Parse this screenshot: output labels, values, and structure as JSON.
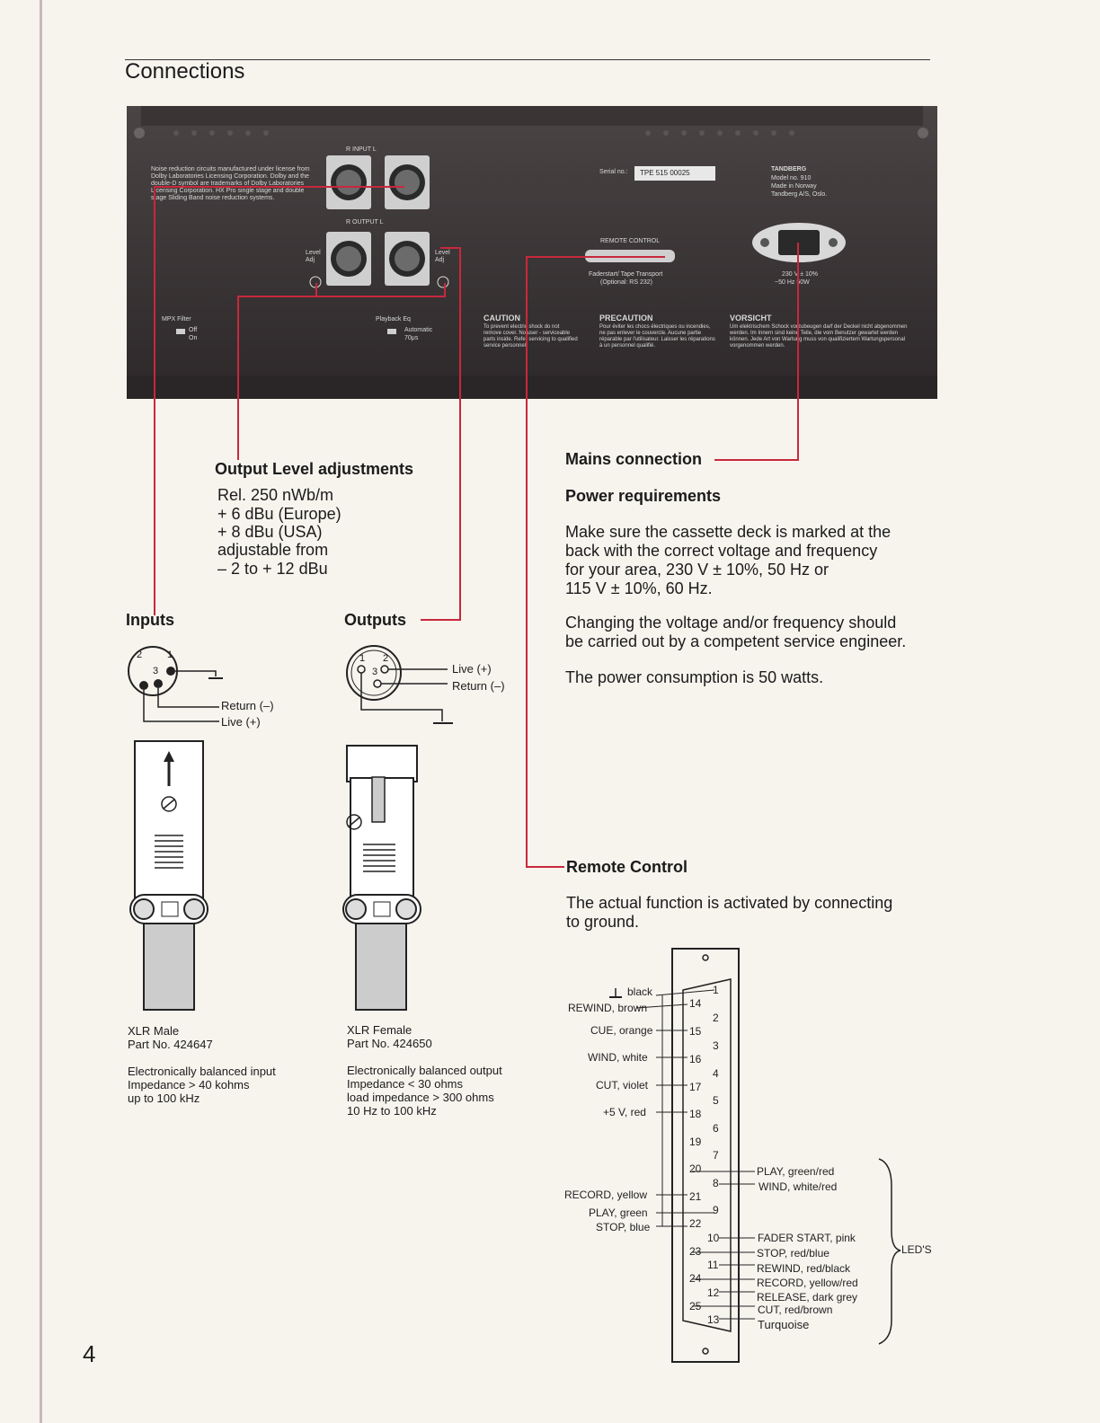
{
  "page": {
    "title": "Connections",
    "page_number": "4"
  },
  "colors": {
    "accent_red": "#c8283c",
    "panel": "#3a3536",
    "paper": "#f7f4ee"
  },
  "panel": {
    "input_label": "R     INPUT     L",
    "output_label": "R     OUTPUT     L",
    "level_adj_left": "Level Adj",
    "level_adj_right": "Level Adj",
    "dolby_notice": "Noise reduction circuits manufactured under license from Dolby Laboratories Licensing Corporation. Dolby and the double-D symbol are trademarks of Dolby Laboratories Licensing Corporation. HX Pro single stage and double stage Sliding Band noise reduction systems.",
    "serial_label": "Serial no.:",
    "serial_value": "TPE 515  00025",
    "maker": "TANDBERG",
    "model": "Model no. 910",
    "made_in": "Made in Norway",
    "company": "Tandberg A/S, Oslo.",
    "remote_control": "REMOTE CONTROL",
    "fader_start": "Faderstart/ Tape Transport",
    "optional": "(Optional: RS 232)",
    "voltage": "230 V ± 10%",
    "freq": "~50 Hz  50W",
    "mpx_filter": "MPX Filter",
    "mpx_off": "Off",
    "mpx_on": "On",
    "playback_eq": "Playback Eq",
    "eq_auto": "Automatic",
    "eq_70": "70μs",
    "caution_title": "CAUTION",
    "caution_text": "To prevent electric shock do not remove cover. No user - serviceable parts inside. Refer servicing to qualified service personnel.",
    "precaution_title": "PRECAUTION",
    "precaution_text": "Pour éviter les chocs électriques ou incendies, ne pas enlever le couvercle. Aucune partie réparable par l'utilisateur. Laisser les réparations à un personnel qualifié.",
    "vorsicht_title": "VORSICHT",
    "vorsicht_text": "Um elektrischem Schock vorzubeugen darf der Deckel nicht abgenommen werden. Im Innern sind keine Teile, die vom Benutzer gewartet werden können. Jede Art von Wartung muss von qualifiziertem Wartungspersonal vorgenommen werden."
  },
  "output_level": {
    "heading": "Output Level adjustments",
    "lines": [
      "Rel. 250 nWb/m",
      "+ 6 dBu (Europe)",
      "+ 8 dBu (USA)",
      "adjustable from",
      "– 2 to + 12 dBu"
    ]
  },
  "inputs": {
    "heading": "Inputs",
    "pins": [
      "2",
      "1",
      "3"
    ],
    "return_label": "Return (–)",
    "live_label": "Live (+)",
    "connector_name": "XLR Male",
    "part_no": "Part No. 424647",
    "desc": [
      "Electronically balanced input",
      "Impedance > 40 kohms",
      "up to 100 kHz"
    ]
  },
  "outputs": {
    "heading": "Outputs",
    "pins": [
      "1",
      "2",
      "3"
    ],
    "live_label": "Live (+)",
    "return_label": "Return (–)",
    "connector_name": "XLR Female",
    "part_no": "Part No. 424650",
    "desc": [
      "Electronically balanced output",
      "Impedance < 30 ohms",
      "load impedance > 300 ohms",
      "10 Hz to 100 kHz"
    ]
  },
  "mains": {
    "heading": "Mains connection",
    "power_heading": "Power requirements",
    "p1": [
      "Make sure the cassette deck is marked at the",
      "back with the correct voltage and frequency",
      "for your area, 230 V ± 10%, 50 Hz or",
      "115 V ± 10%, 60 Hz."
    ],
    "p2": [
      "Changing the voltage and/or frequency should",
      "be carried out by a competent service engineer."
    ],
    "p3": "The power consumption is 50 watts."
  },
  "remote": {
    "heading": "Remote Control",
    "text": [
      "The actual function is activated by connecting",
      "to ground."
    ],
    "left_labels": [
      "black",
      "REWIND, brown",
      "CUE, orange",
      "WIND, white",
      "CUT, violet",
      "+5 V, red",
      "RECORD, yellow",
      "PLAY, green",
      "STOP, blue"
    ],
    "right_labels": [
      "PLAY, green/red",
      "WIND, white/red",
      "FADER START, pink",
      "STOP, red/blue",
      "REWIND, red/black",
      "RECORD, yellow/red",
      "RELEASE, dark grey",
      "CUT, red/brown",
      "Turquoise"
    ],
    "top_pins": [
      "1",
      "2",
      "3",
      "4",
      "5",
      "6",
      "7",
      "8",
      "9",
      "10",
      "11",
      "12",
      "13"
    ],
    "bottom_pins": [
      "14",
      "15",
      "16",
      "17",
      "18",
      "19",
      "20",
      "21",
      "22",
      "23",
      "24",
      "25"
    ],
    "leds_label": "LED'S"
  }
}
